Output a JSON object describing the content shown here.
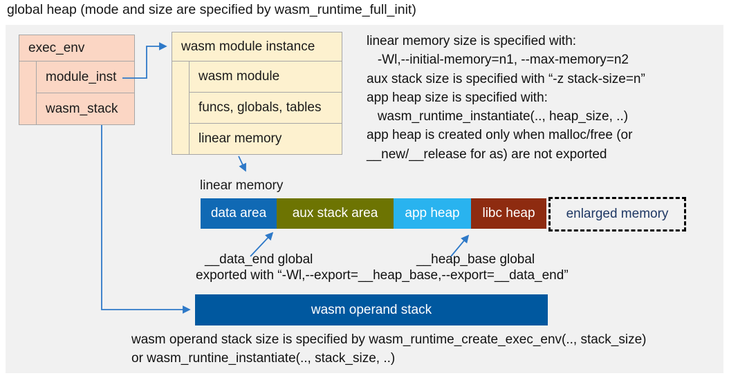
{
  "title": "global heap (mode and size are specified by wasm_runtime_full_init)",
  "colors": {
    "panel_bg": "#f1f1f1",
    "box_pink": "#fbd6c4",
    "box_cream": "#fdf1cf",
    "border_gray": "#a6a6a6",
    "arrow_blue": "#2e79c8",
    "enlarged_text_navy": "#1f3864",
    "operand_stack_blue": "#00589f"
  },
  "exec_env": {
    "header": "exec_env",
    "rows": [
      "module_inst",
      "wasm_stack"
    ]
  },
  "module_instance": {
    "header": "wasm module instance",
    "rows": [
      "wasm module",
      "funcs, globals, tables",
      "linear memory"
    ]
  },
  "notes_right": {
    "lines": [
      "linear memory size is specified with:",
      "   -Wl,--initial-memory=n1, --max-memory=n2",
      "aux stack size is specified with “-z stack-size=n”",
      "app heap size is specified with:",
      "   wasm_runtime_instantiate(.., heap_size, ..)",
      "app heap is created only when malloc/free (or",
      "__new/__release for as) are not exported"
    ]
  },
  "linear_memory": {
    "label": "linear memory",
    "segments": [
      {
        "label": "data area",
        "color": "#1069b4"
      },
      {
        "label": "aux stack area",
        "color": "#6d7402"
      },
      {
        "label": "app heap",
        "color": "#29b3ef"
      },
      {
        "label": "libc heap",
        "color": "#8e2b10"
      }
    ],
    "enlarged": {
      "label": "enlarged memory"
    }
  },
  "annotations": {
    "data_end": "__data_end global",
    "heap_base": "__heap_base global",
    "exported": "exported with “-Wl,--export=__heap_base,--export=__data_end”"
  },
  "operand_stack": {
    "label": "wasm operand stack"
  },
  "notes_bottom": {
    "lines": [
      "wasm operand stack size is specified by wasm_runtime_create_exec_env(.., stack_size)",
      "or wasm_runtine_instantiate(.., stack_size, ..)"
    ]
  }
}
